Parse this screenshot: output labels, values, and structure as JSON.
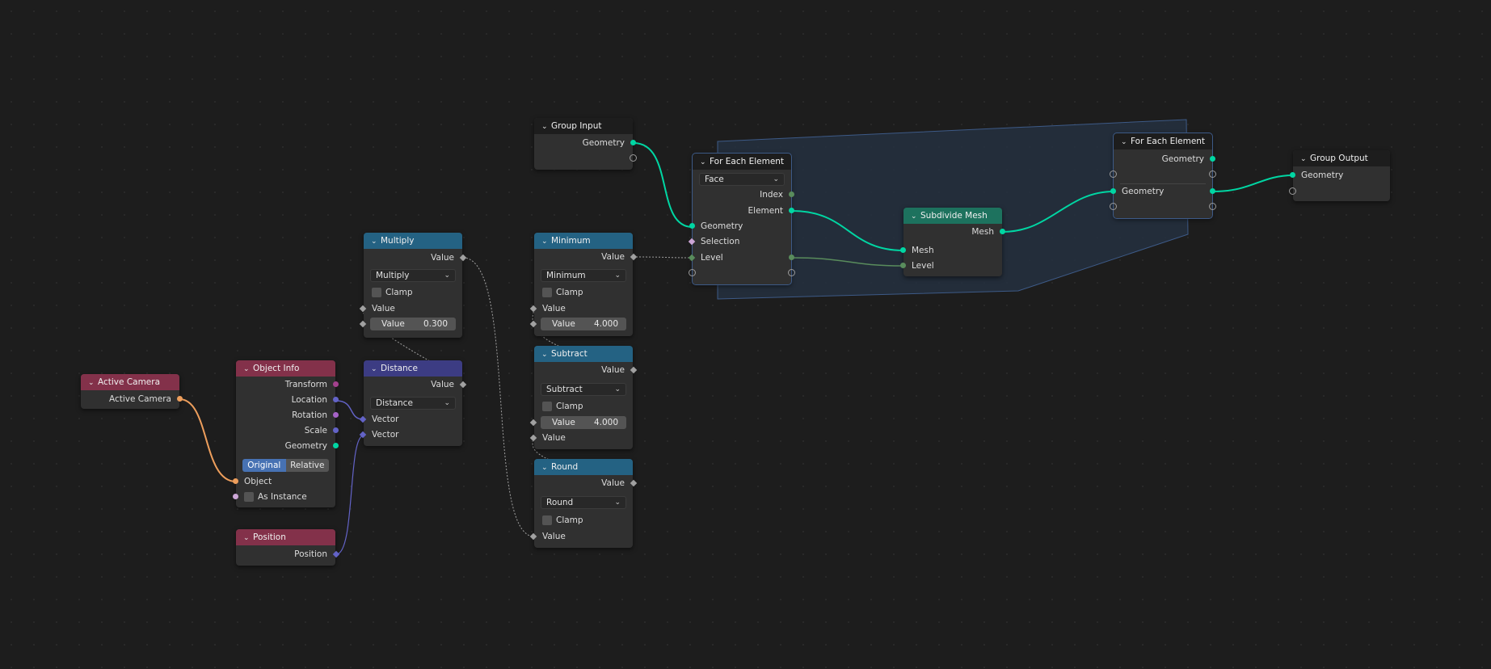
{
  "colors": {
    "geometry": "#00d6a3",
    "vector": "#6363c7",
    "matrix": "#a3418e",
    "object": "#ed9e5c",
    "boolean": "#cca6d6",
    "integer": "#598c5c",
    "float": "#a1a1a1",
    "rotation": "#a663c7",
    "header_input": "#83314a",
    "header_math": "#246283",
    "header_vector_math": "#3c3c83",
    "header_geometry": "#1d725e",
    "header_group": "#1d1d1d",
    "zone_fill": "#243040",
    "zone_border": "#3d5a87",
    "selected_toggle": "#4772b3"
  },
  "icons": {
    "collapse": "chevron-down-icon",
    "dropdown": "chevron-down-icon"
  },
  "nodes": {
    "active_camera": {
      "title": "Active Camera",
      "out": "Active Camera"
    },
    "object_info": {
      "title": "Object Info",
      "outputs": [
        "Transform",
        "Location",
        "Rotation",
        "Scale",
        "Geometry"
      ],
      "toggle": [
        "Original",
        "Relative"
      ],
      "inputs": [
        "Object",
        "As Instance"
      ]
    },
    "position": {
      "title": "Position",
      "out": "Position"
    },
    "multiply": {
      "title": "Multiply",
      "out": "Value",
      "op": "Multiply",
      "clamp": "Clamp",
      "in1": "Value",
      "in2_label": "Value",
      "in2_value": "0.300"
    },
    "distance": {
      "title": "Distance",
      "out": "Value",
      "op": "Distance",
      "in1": "Vector",
      "in2": "Vector"
    },
    "group_input": {
      "title": "Group Input",
      "out": "Geometry"
    },
    "minimum": {
      "title": "Minimum",
      "out": "Value",
      "op": "Minimum",
      "clamp": "Clamp",
      "in1": "Value",
      "in2_label": "Value",
      "in2_value": "4.000"
    },
    "subtract": {
      "title": "Subtract",
      "out": "Value",
      "op": "Subtract",
      "clamp": "Clamp",
      "in1_label": "Value",
      "in1_value": "4.000",
      "in2": "Value"
    },
    "round": {
      "title": "Round",
      "out": "Value",
      "op": "Round",
      "clamp": "Clamp",
      "in1": "Value"
    },
    "foreach_in": {
      "title": "For Each Element",
      "domain": "Face",
      "outputs": [
        "Index",
        "Element"
      ],
      "inputs": [
        "Geometry",
        "Selection",
        "Level"
      ]
    },
    "subdivide": {
      "title": "Subdivide Mesh",
      "out": "Mesh",
      "inputs": [
        "Mesh",
        "Level"
      ]
    },
    "foreach_out": {
      "title": "For Each Element",
      "out_top": "Geometry",
      "mid": "Geometry"
    },
    "group_output": {
      "title": "Group Output",
      "in": "Geometry"
    }
  }
}
